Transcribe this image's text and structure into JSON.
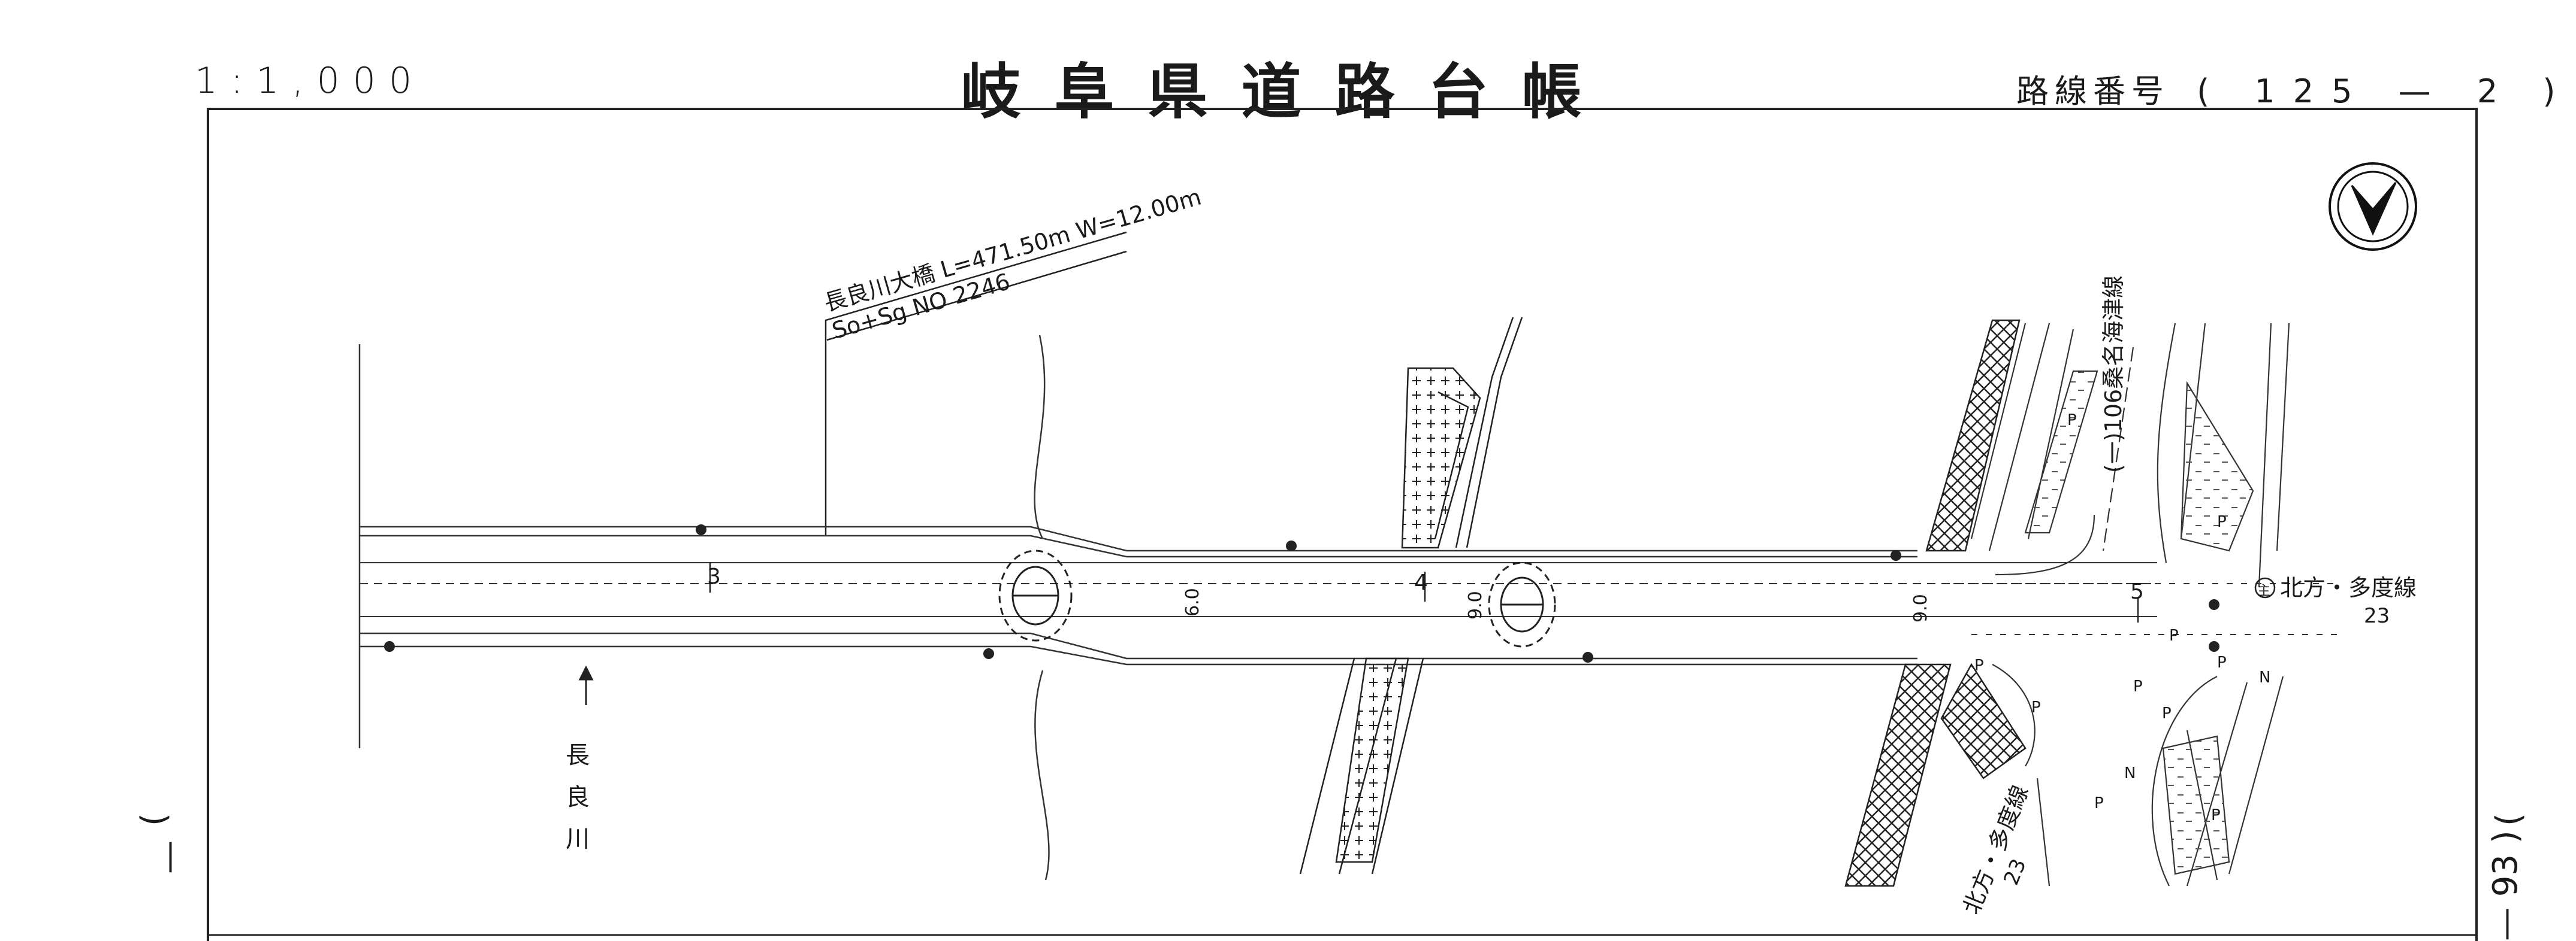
{
  "header": {
    "scale": "1:1,000",
    "title": "岐阜県道路台帳",
    "route_label": "路線番号",
    "route_open": "(",
    "route_number": "125 — 2",
    "route_close": ")"
  },
  "map": {
    "bridge_annotation": "長良川大橋 L=471.50m W=12.00m",
    "bridge_code": "So+Sg   NO 2246",
    "river_label": "長良川",
    "station_marks": [
      "3",
      "4",
      "5"
    ],
    "widths": [
      "6.0",
      "9.0",
      "9.0"
    ],
    "crossing_route_north": "(一)106桑名海津線",
    "crossing_route_east": "北方・多度線",
    "crossing_route_east_no": "23",
    "crossing_route_south": "北方・多度線",
    "crossing_route_south_no": "23",
    "main_route_symbol": "主",
    "parking_marks": [
      "P",
      "P",
      "P",
      "P",
      "P",
      "P",
      "P",
      "P",
      "P",
      "P"
    ],
    "north_marks": [
      "N",
      "N"
    ],
    "north_arrow": "north-arrow-icon"
  },
  "margin": {
    "left_bracket_top": "(",
    "left_dash": "—",
    "right_bracket_top": "(",
    "page_number": "— 93 )"
  }
}
